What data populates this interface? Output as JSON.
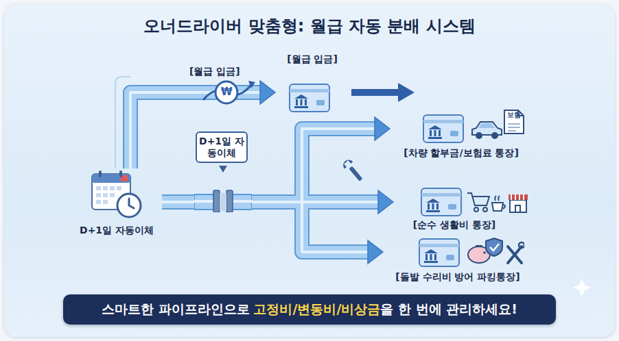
{
  "diagram": {
    "title": "오너드라이버 맞춤형: 월급 자동 분배 시스템",
    "nodes": [
      {
        "text": [
          "[월급 입금]"
        ]
      },
      {
        "text": [
          "D+1일 자동이체"
        ]
      },
      {
        "text": [
          "[차량 할부금/보험료 통장]"
        ]
      },
      {
        "text": [
          "D+1일 자동이체"
        ]
      },
      {
        "text": [
          "[순수 생활비 통장]"
        ]
      },
      {
        "text": [
          "[돌발 수리비 방어 파킹통장]"
        ]
      },
      {
        "text": [
          "스마트한 파이프라인으로",
          "고정비/변동비/비상금",
          "을 한 번에 관리하세요!"
        ]
      }
    ],
    "edges": [
      {
        "from": 3,
        "to": 0,
        "arrow": "to"
      },
      {
        "from": 3,
        "to": 1,
        "arrow": "none"
      },
      {
        "from": 1,
        "to": 2,
        "arrow": "to"
      },
      {
        "from": 1,
        "to": 4,
        "arrow": "to"
      },
      {
        "from": 1,
        "to": 5,
        "arrow": "to"
      }
    ],
    "labels": [
      "[월급 입금]",
      "₩",
      "보험"
    ]
  }
}
